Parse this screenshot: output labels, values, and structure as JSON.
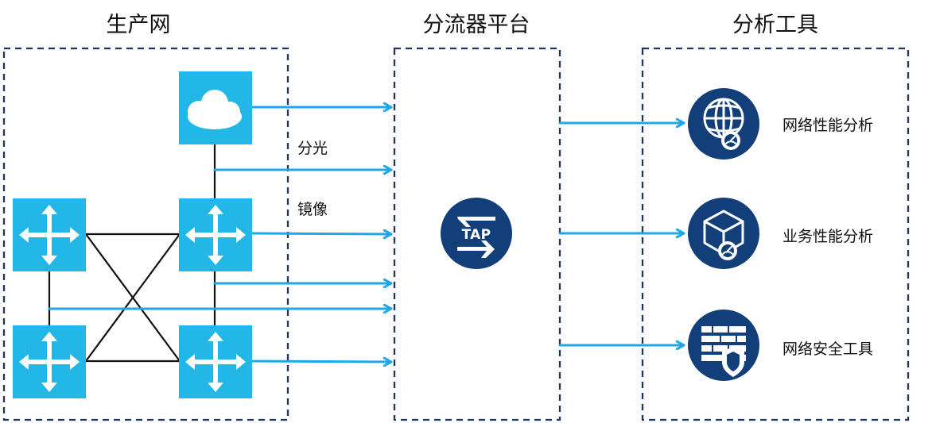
{
  "sections": {
    "production_network": "生产网",
    "tap_platform": "分流器平台",
    "analysis_tools": "分析工具"
  },
  "labels": {
    "split_light": "分光",
    "mirroring": "镜像"
  },
  "tap": {
    "text": "TAP"
  },
  "tools": [
    {
      "label": "网络性能分析",
      "icon": "globe-gauge-icon"
    },
    {
      "label": "业务性能分析",
      "icon": "box-gauge-icon"
    },
    {
      "label": "网络安全工具",
      "icon": "firewall-shield-icon"
    }
  ],
  "colors": {
    "accent_blue": "#1ea8e8",
    "device_blue": "#22b7e7",
    "navy": "#123f7a",
    "border_navy": "#1f3559",
    "black": "#111111"
  }
}
